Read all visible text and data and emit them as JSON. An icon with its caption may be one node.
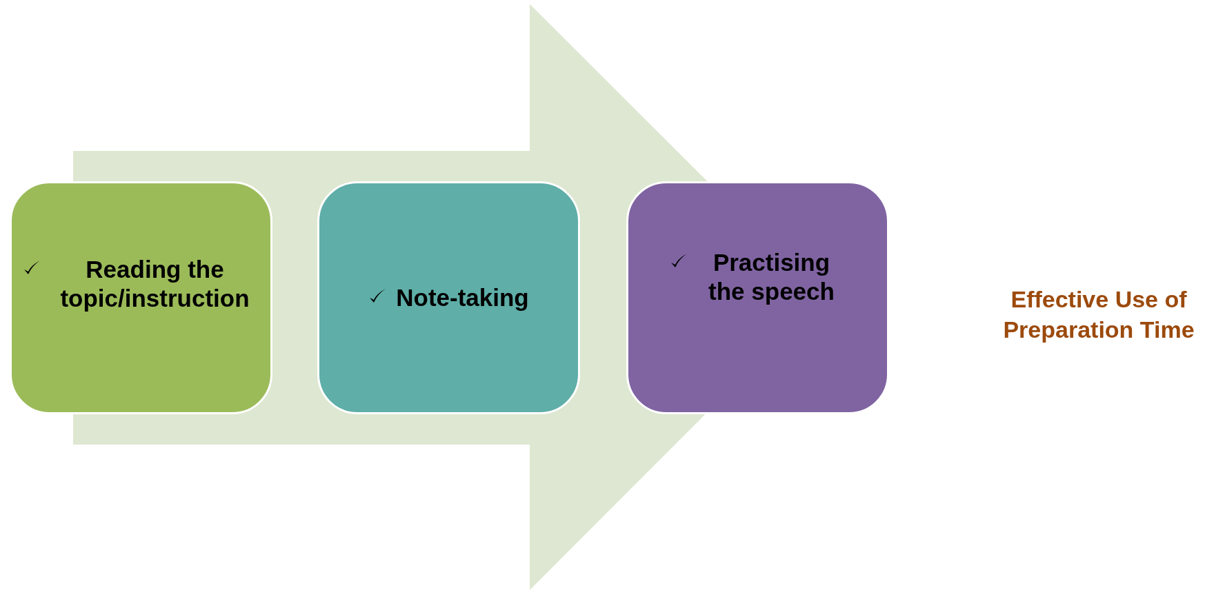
{
  "diagram": {
    "title": "Effective Use of Preparation Time",
    "nodes": [
      {
        "text": [],
        "shape": "arrow"
      },
      {
        "text": [
          "Reading the topic/instruction"
        ]
      },
      {
        "text": [
          "Note-taking"
        ],
        "in": 0
      },
      {
        "text": [
          "Practising the speech"
        ]
      }
    ],
    "edges": []
  }
}
